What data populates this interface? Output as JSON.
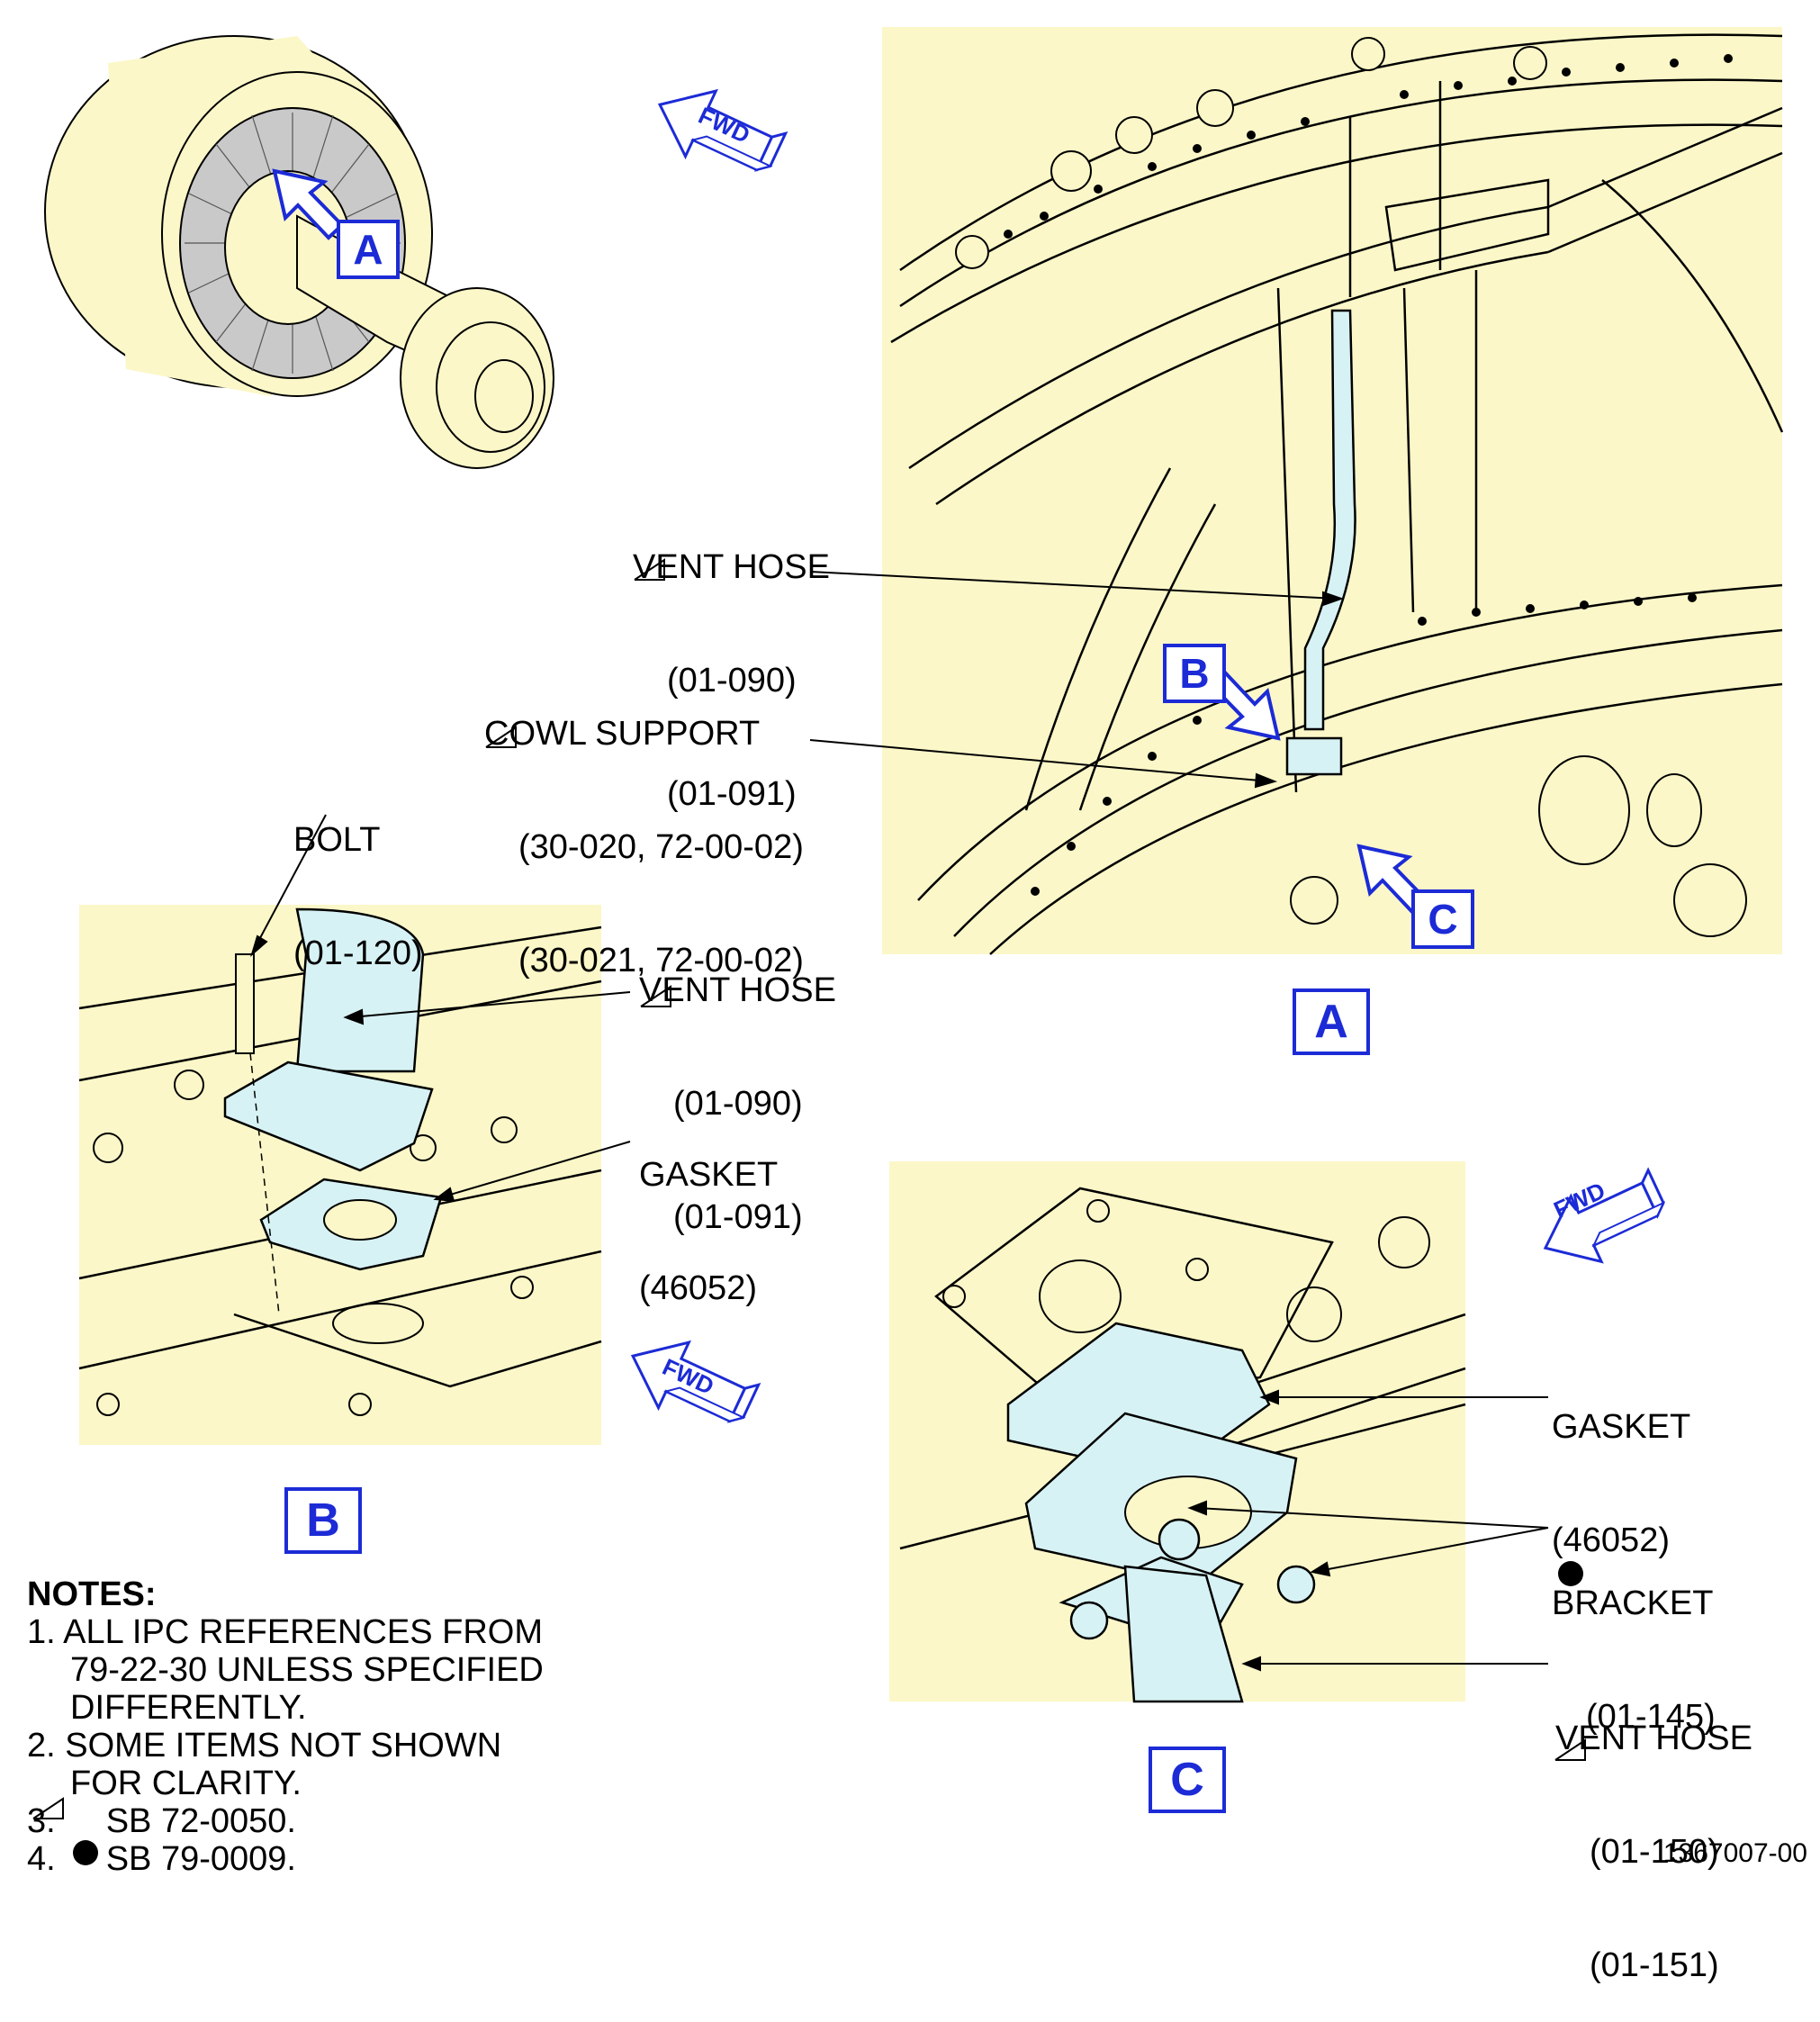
{
  "fwd_label": "FWD",
  "view_labels": {
    "a_small": "A",
    "b_small": "B",
    "c_small": "C",
    "a": "A",
    "b": "B",
    "c": "C"
  },
  "callouts": {
    "vent_hose_a": {
      "name": "VENT HOSE",
      "ref1": "(01-090)",
      "ref2": "(01-091)"
    },
    "cowl_support": {
      "name": "COWL SUPPORT",
      "ref1": "(30-020, 72-00-02)",
      "ref2": "(30-021, 72-00-02)"
    },
    "bolt": {
      "name": "BOLT",
      "ref1": "(01-120)"
    },
    "vent_hose_b": {
      "name": "VENT HOSE",
      "ref1": "(01-090)",
      "ref2": "(01-091)"
    },
    "gasket_b": {
      "name": "GASKET",
      "ref1": "(46052)"
    },
    "gasket_c": {
      "name": "GASKET",
      "ref1": "(46052)"
    },
    "bracket_c": {
      "name": "BRACKET",
      "ref1": "(01-145)"
    },
    "vent_hose_c": {
      "name": "VENT HOSE",
      "ref1": "(01-150)",
      "ref2": "(01-151)"
    }
  },
  "notes": {
    "heading": "NOTES:",
    "items": [
      {
        "num": "1.",
        "l1": "ALL IPC REFERENCES FROM",
        "l2": "79-22-30 UNLESS SPECIFIED",
        "l3": "DIFFERENTLY."
      },
      {
        "num": "2.",
        "l1": "SOME ITEMS NOT SHOWN",
        "l2": "FOR CLARITY."
      },
      {
        "num": "3.",
        "l1": "SB 72-0050."
      },
      {
        "num": "4.",
        "l1": "SB 79-0009."
      }
    ]
  },
  "doc_number": "1367007-00",
  "colors": {
    "panel": "#fbf7c8",
    "hose": "#d7f2f4",
    "callout_blue": "#1c2bd6",
    "arrow_fill": "#ffffff"
  }
}
